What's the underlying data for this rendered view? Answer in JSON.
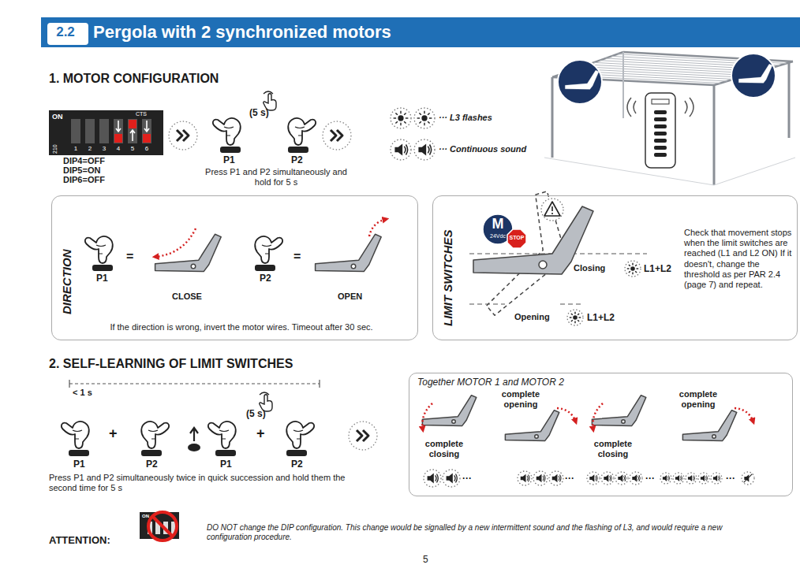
{
  "diagram": {
    "nodes": [
      {
        "text": [
          "Pergola with 2 synchronized motors"
        ]
      },
      {
        "text": [
          "2.2"
        ],
        "in": 0
      },
      {
        "text": [
          "DIRECTION",
          "If the direction is wrong, invert the motor wires. Timeout after 30 sec."
        ]
      },
      {
        "text": [
          "LIMIT SWITCHES",
          "Check that movement stops when the limit switches are reached (L1 and L2 ON) If it doesn't, change the threshold as per PAR 2.4 (page 7) and repeat."
        ]
      },
      {
        "text": [
          "M",
          "24Vdc"
        ],
        "in": 3
      },
      {
        "text": [
          "STOP"
        ],
        "in": 3
      },
      {
        "text": [
          "Together MOTOR 1 and MOTOR 2"
        ]
      }
    ],
    "labels": [
      "1. MOTOR CONFIGURATION",
      "ON",
      "CTS",
      "1",
      "2",
      "3",
      "4",
      "5",
      "6",
      "210",
      "DIP4=OFF",
      "DIP5=ON",
      "DIP6=OFF",
      "(5 s)",
      "P1",
      "P2",
      "Press P1 and P2 simultaneously and hold for 5 s",
      "··· L3 flashes",
      "··· Continuous sound",
      "P1",
      "=",
      "CLOSE",
      "P2",
      "=",
      "OPEN",
      "Closing",
      "L1+L2",
      "Opening",
      "L1+L2",
      "2. SELF-LEARNING OF LIMIT SWITCHES",
      "< 1 s",
      "P1",
      "+",
      "P2",
      "P1",
      "+",
      "P2",
      "(5 s)",
      "Press P1 and P2 simultaneously twice in quick succession and hold them the second time for 5 s",
      "complete closing",
      "complete opening",
      "complete closing",
      "complete opening",
      "···",
      "···",
      "···",
      "···",
      "ATTENTION:",
      "ON",
      "DO NOT change the DIP configuration. This change would be signalled by a new intermittent sound and the flashing of L3, and would require a new configuration procedure.",
      "5"
    ]
  }
}
